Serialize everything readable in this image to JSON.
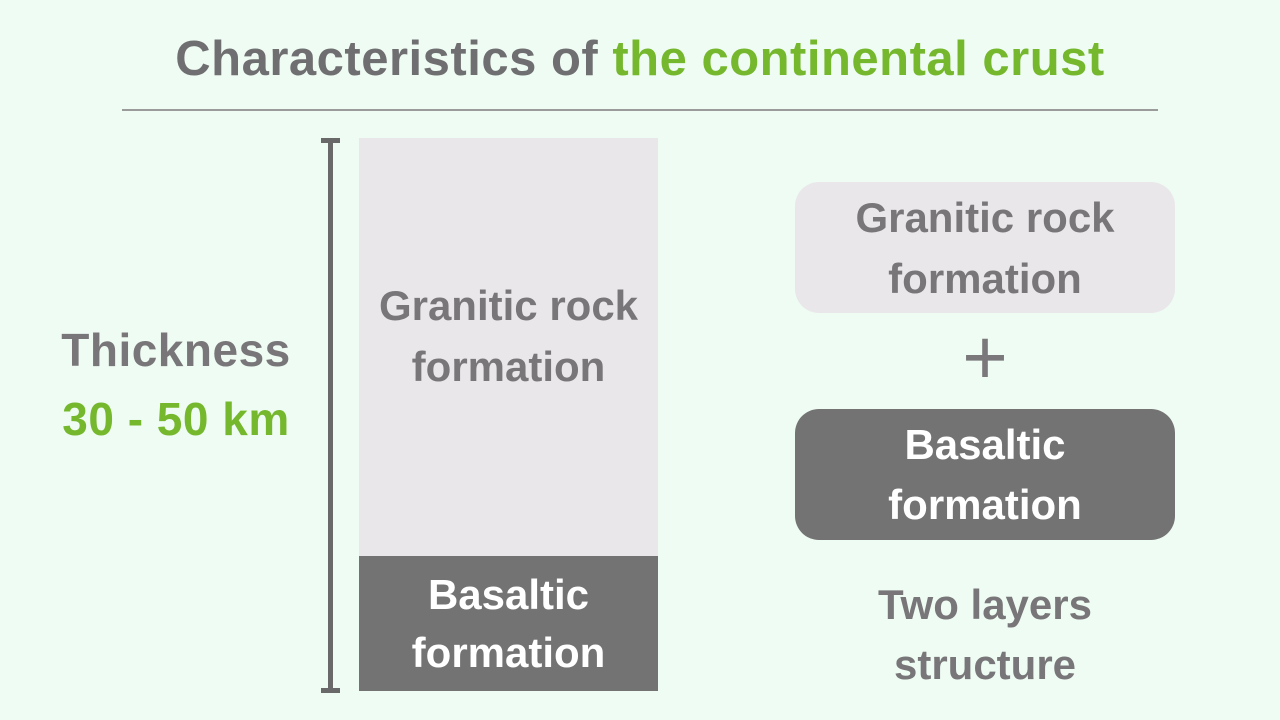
{
  "title": {
    "prefix": "Characteristics of ",
    "highlight": "the continental crust"
  },
  "thickness": {
    "label": "Thickness",
    "value": "30 - 50 km"
  },
  "column": {
    "granitic": {
      "line1": "Granitic rock",
      "line2": "formation"
    },
    "basaltic": {
      "line1": "Basaltic",
      "line2": "formation"
    }
  },
  "right_panel": {
    "granitic_box": {
      "line1": "Granitic rock",
      "line2": "formation"
    },
    "plus": "+",
    "basaltic_box": {
      "line1": "Basaltic",
      "line2": "formation"
    },
    "caption": {
      "line1": "Two layers",
      "line2": "structure"
    }
  },
  "colors": {
    "background": "#eefcf3",
    "green": "#75b72d",
    "title_gray": "#6f6e70",
    "text_gray": "#787678",
    "light_gray": "#e9e7ea",
    "dark_gray": "#747374",
    "white": "#ffffff",
    "divider_line": "#9b9b9b",
    "measure_line": "#6a696a"
  }
}
